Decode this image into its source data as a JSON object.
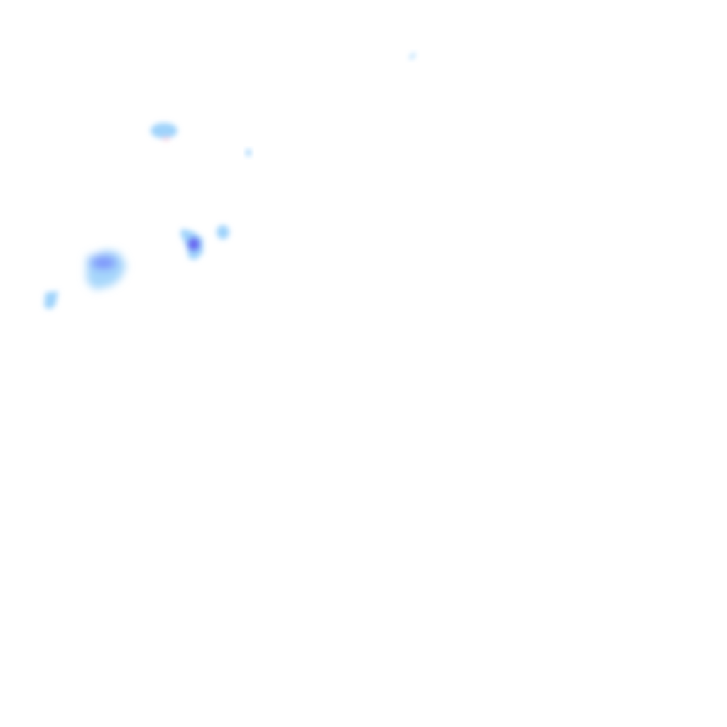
{
  "map": {
    "layer": "precipitation-radar",
    "colors": {
      "light": "#9fd3fb",
      "medium": "#7fa8fb",
      "heavy": "#6a6cf2",
      "trace": "#ffd6e0",
      "background": "#ffffff"
    },
    "cells": [
      {
        "name": "cell-north-small",
        "intensity": "light"
      },
      {
        "name": "cell-upper-left",
        "intensity": "light"
      },
      {
        "name": "cell-tiny-center",
        "intensity": "light"
      },
      {
        "name": "cell-middle",
        "intensity": "heavy"
      },
      {
        "name": "cell-middle-right",
        "intensity": "light"
      },
      {
        "name": "cell-large-left",
        "intensity": "medium"
      },
      {
        "name": "cell-far-left",
        "intensity": "light"
      }
    ]
  }
}
